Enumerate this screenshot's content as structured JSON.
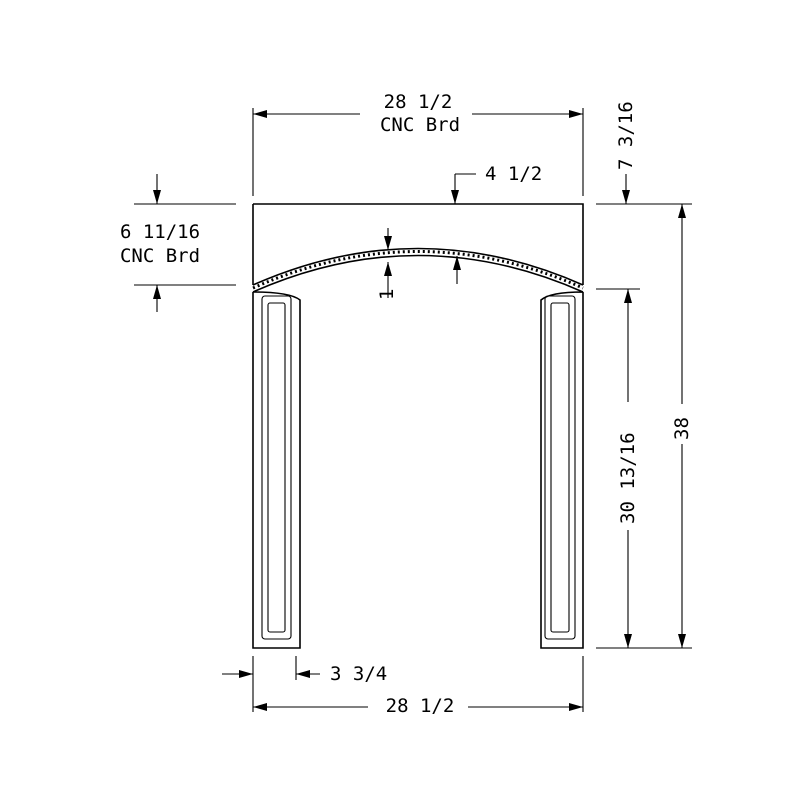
{
  "dimensions": {
    "top_width": "28 1/2",
    "top_width_note": "CNC Brd",
    "top_right_height": "7 3/16",
    "arch_rise": "4 1/2",
    "left_height": "6 11/16",
    "left_height_note": "CNC Brd",
    "arch_thickness": "1",
    "leg_height": "30 13/16",
    "total_height": "38",
    "leg_width": "3 3/4",
    "bottom_width": "28 1/2"
  }
}
